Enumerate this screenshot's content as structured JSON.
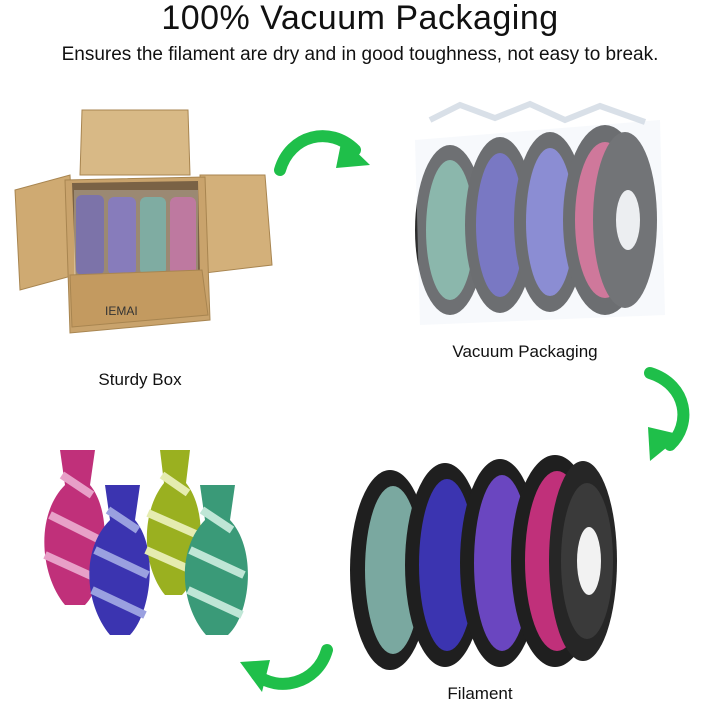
{
  "header": {
    "title": "100% Vacuum Packaging",
    "subtitle": "Ensures the filament are dry and in good toughness, not easy to break."
  },
  "steps": [
    {
      "caption": "Sturdy Box",
      "brand": "IEMAI"
    },
    {
      "caption": "Vacuum Packaging"
    },
    {
      "caption": "Filament"
    },
    {
      "caption": ""
    }
  ],
  "colors": {
    "arrow": "#1fbf4a",
    "box": "#c9a36c",
    "spool": "#222222"
  }
}
